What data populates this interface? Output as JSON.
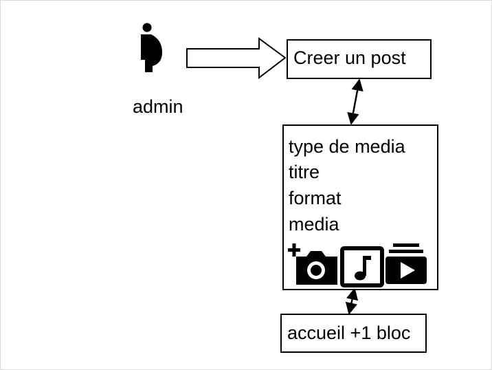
{
  "actor": {
    "label": "admin",
    "icon": "person-icon"
  },
  "nodes": {
    "create_post": "Creer un post",
    "form": {
      "fields": [
        "type de media",
        "titre",
        "format",
        "media"
      ],
      "media_icons": [
        "add-photo-icon",
        "music-note-icon",
        "video-library-icon"
      ]
    },
    "result": "accueil +1 bloc"
  },
  "colors": {
    "stroke": "#000000",
    "background": "#ffffff"
  }
}
